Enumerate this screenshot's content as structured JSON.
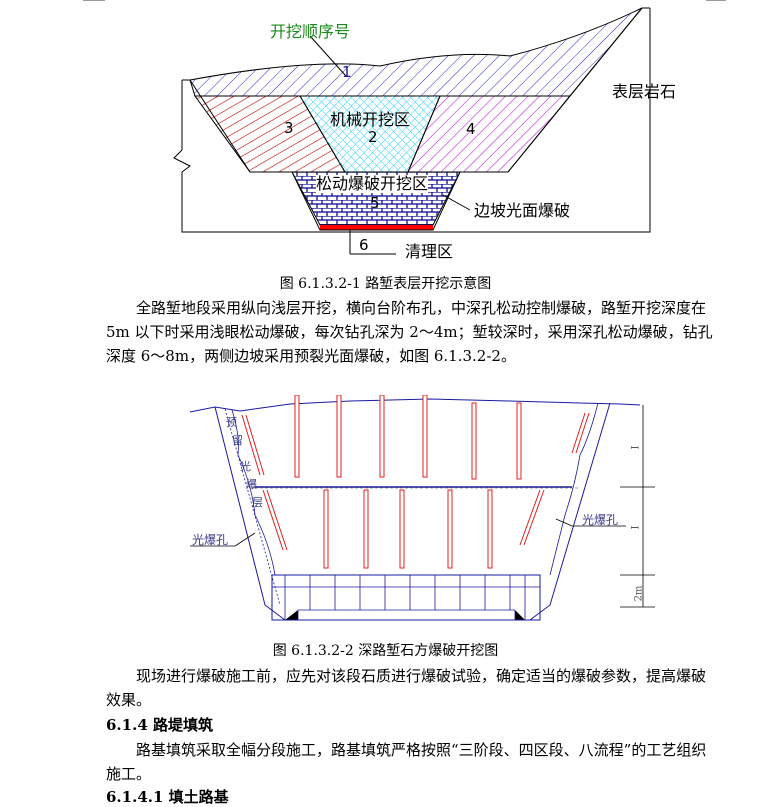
{
  "figure1": {
    "label_seq": "开挖顺序号",
    "label_rock": "表层岩石",
    "label_mech": "机械开挖区",
    "label_loose": "松动爆破开挖区",
    "label_slope": "边坡光面爆破",
    "label_clean": "清理区",
    "n1": "1",
    "n2": "2",
    "n3": "3",
    "n4": "4",
    "n5": "5",
    "n6": "6",
    "colors": {
      "zone3": "#c00000",
      "zone2": "#22d3ee",
      "zone4": "#c026d3",
      "zone1": "#2b2bc8",
      "zone5": "#1e1e9a",
      "zone6": "#ff0000"
    }
  },
  "caption1": "图 6.1.3.2-1 路堑表层开挖示意图",
  "para1": "全路堑地段采用纵向浅层开挖，横向台阶布孔，中深孔松动控制爆破，路堑开挖深度在 5m 以下时采用浅眼松动爆破，每次钻孔深为 2～4m；堑较深时，采用深孔松动爆破，钻孔深度 6～8m，两侧边坡采用预裂光面爆破，如图 6.1.3.2-2。",
  "figure2": {
    "label_yu": "预",
    "label_liu": "留",
    "label_guang": "光",
    "label_bao": "爆",
    "label_ceng": "层",
    "label_hole_left": "光爆孔",
    "label_hole_right": "光爆孔",
    "dim_top": "I",
    "dim_mid": "I",
    "dim_bot": "2m"
  },
  "caption2": "图 6.1.3.2-2 深路堑石方爆破开挖图",
  "para2": "现场进行爆破施工前，应先对该段石质进行爆破试验，确定适当的爆破参数，提高爆破效果。",
  "heading1": "6.1.4 路堤填筑",
  "para3": "路基填筑采取全幅分段施工，路基填筑严格按照“三阶段、四区段、八流程”的工艺组织施工。",
  "heading2": "6.1.4.1 填土路基"
}
